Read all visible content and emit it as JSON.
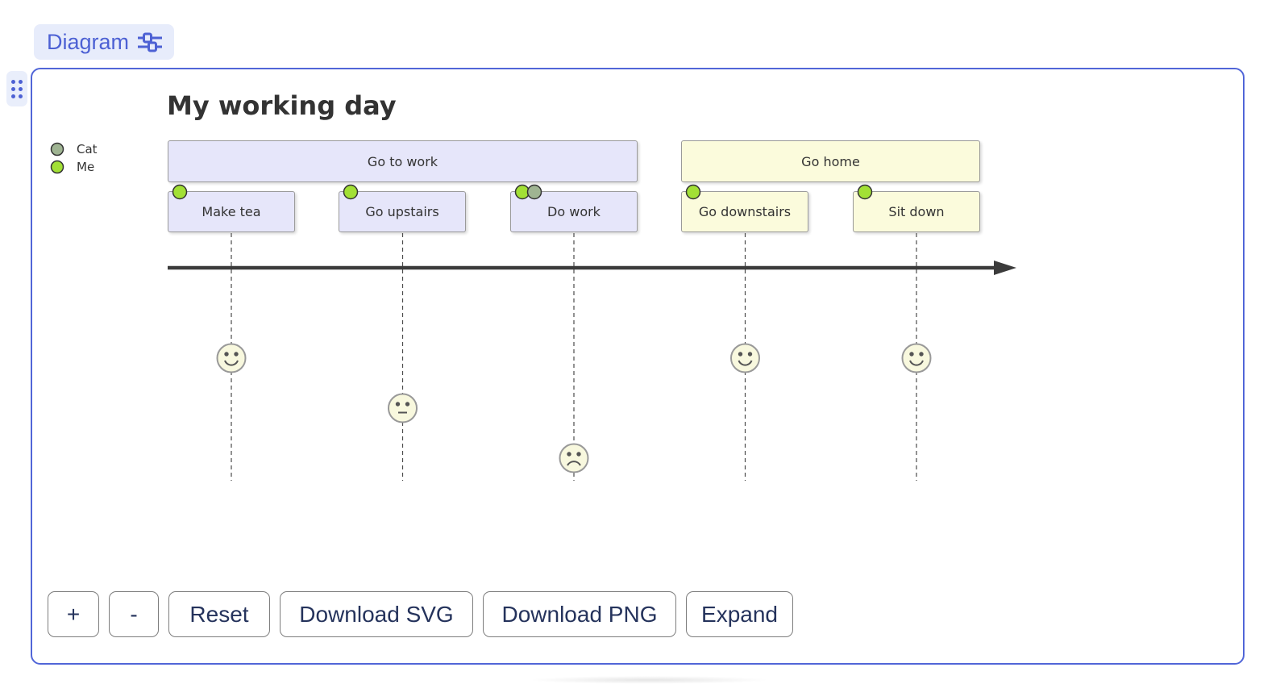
{
  "chip": {
    "label": "Diagram"
  },
  "diagram": {
    "title": "My working day",
    "legend": {
      "items": [
        {
          "label": "Cat",
          "color": "#9fb492"
        },
        {
          "label": "Me",
          "color": "#a2e035"
        }
      ]
    },
    "sections": [
      {
        "label": "Go to work",
        "color": "#e6e6fa"
      },
      {
        "label": "Go home",
        "color": "#fbfbdc"
      }
    ],
    "tasks": [
      {
        "label": "Make tea",
        "section": "Go to work",
        "score": 5,
        "actors": [
          "Me"
        ],
        "mood": "happy"
      },
      {
        "label": "Go upstairs",
        "section": "Go to work",
        "score": 3,
        "actors": [
          "Me"
        ],
        "mood": "neutral"
      },
      {
        "label": "Do work",
        "section": "Go to work",
        "score": 1,
        "actors": [
          "Me",
          "Cat"
        ],
        "mood": "sad"
      },
      {
        "label": "Go downstairs",
        "section": "Go home",
        "score": 5,
        "actors": [
          "Me"
        ],
        "mood": "happy"
      },
      {
        "label": "Sit down",
        "section": "Go home",
        "score": 5,
        "actors": [
          "Me"
        ],
        "mood": "happy"
      }
    ]
  },
  "controls": {
    "zoom_in": "+",
    "zoom_out": "-",
    "reset": "Reset",
    "download_svg": "Download SVG",
    "download_png": "Download PNG",
    "expand": "Expand"
  },
  "colors": {
    "panel_border": "#5166d8",
    "chip_bg": "#e7ecfb",
    "chip_text": "#4d61d4",
    "section_lavender": "#e6e6fa",
    "section_yellow": "#fbfbdc",
    "actor_cat": "#9fb492",
    "actor_me": "#a2e035",
    "face_fill": "#f8f8de",
    "button_text": "#25335c",
    "diagram_text": "#333333"
  }
}
